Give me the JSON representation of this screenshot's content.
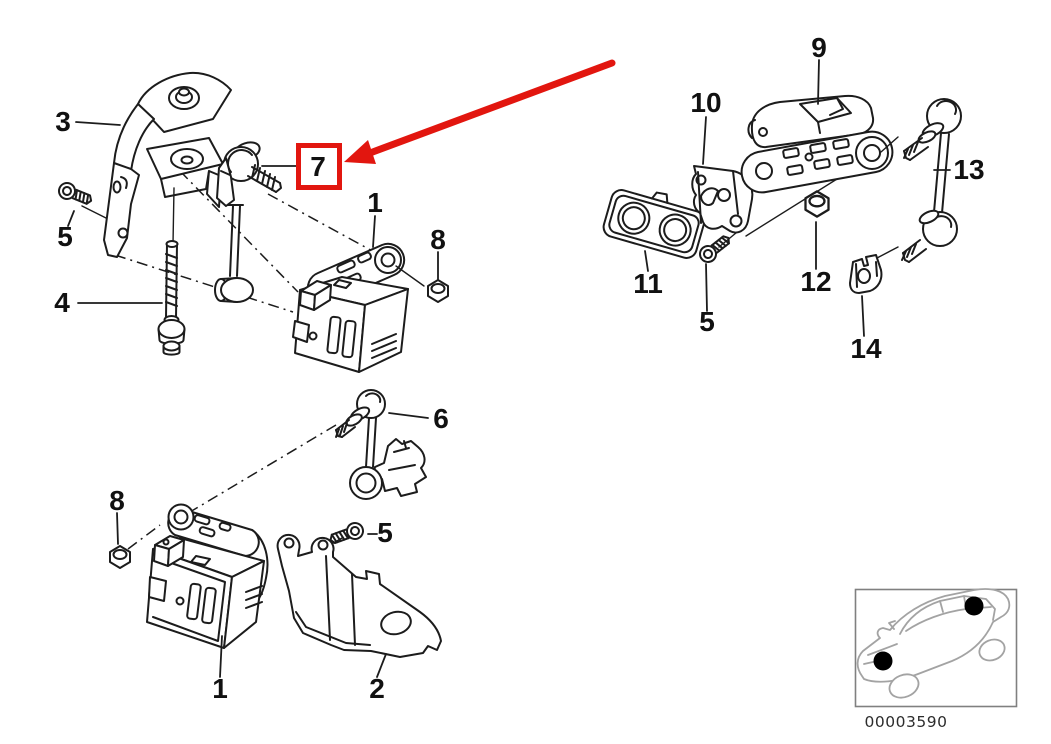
{
  "diagram": {
    "background": "#ffffff",
    "line_color": "#1c1c1c",
    "highlight_color": "#e2160f",
    "highlighted_callout": "7",
    "callouts": {
      "front_bracket": "3",
      "front_screw": "5",
      "front_bolt": "4",
      "front_link_rod": "7",
      "front_sensor": "1",
      "front_nut": "8",
      "rear_sensor": "9",
      "rear_bracket": "10",
      "rear_plate": "11",
      "rear_screw": "5",
      "rear_nut": "12",
      "rear_link": "13",
      "rear_clip": "14",
      "lower_link_rod": "6",
      "lower_nut": "8",
      "lower_screw": "5",
      "lower_sensor": "1",
      "lower_bracket": "2"
    },
    "thumbnail": {
      "code": "00003590"
    }
  }
}
